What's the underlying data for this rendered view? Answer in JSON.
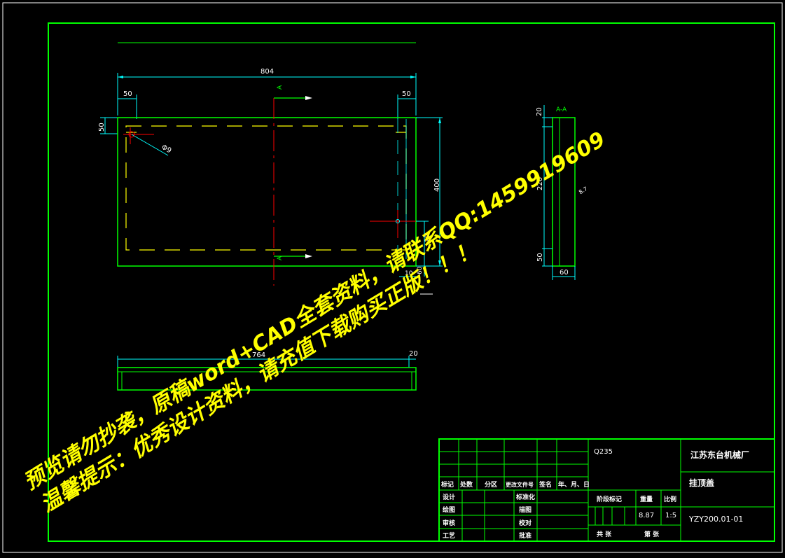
{
  "colors": {
    "background": "#000000",
    "frame": "#00ff00",
    "outline": "#00ff00",
    "dimension": "#00ffff",
    "hidden": "#ffff00",
    "center": "#ff0000",
    "white_text": "#ffffff",
    "section": "#00ff00",
    "watermark": "#ffff00"
  },
  "dimensions": {
    "total_width": "804",
    "left_margin": "50",
    "right_margin": "50",
    "height": "400",
    "side_offset": "50",
    "hole": "Φ9",
    "bottom_small_1": "10",
    "bottom_small_2": "60",
    "right_small": "20",
    "section_top": "20",
    "section_mid": "220",
    "section_bot": "50",
    "section_width": "60",
    "section_angle": "8.7",
    "lower_length": "764",
    "lower_height": "20"
  },
  "labels": {
    "section_mark_top": "A",
    "section_mark_bottom": "A",
    "section_title": "A-A"
  },
  "title_block": {
    "material": "Q235",
    "company": "江苏东台机械厂",
    "part_name": "挂顶盖",
    "drawing_number": "YZY200.01-01",
    "weight_label": "重量",
    "weight_value": "8.87",
    "scale_label": "比例",
    "scale_value": "1:5",
    "stage_label": "阶段标记",
    "sheets_label": "共    张",
    "sheet_label": "第    张",
    "header_cells": [
      "标记",
      "处数",
      "分区",
      "更改文件号",
      "签名",
      "年、月、日"
    ],
    "left_rows": [
      "设计",
      "绘图",
      "审核",
      "工艺"
    ],
    "mid_rows": [
      "标准化",
      "描图",
      "校对",
      "批准"
    ]
  },
  "watermark": {
    "line1": "预览请勿抄袭，原稿word+CAD全套资料，请联系QQ:1459919609",
    "line2": "温馨提示：优秀设计资料，请充值下载购买正版！！！"
  }
}
